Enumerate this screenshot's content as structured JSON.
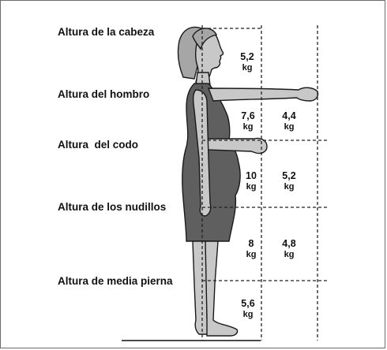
{
  "labels": {
    "head": "Altura de la cabeza",
    "shoulder": "Altura del hombro",
    "elbow": "Altura  del codo",
    "knuckles": "Altura de los nudillos",
    "midleg": "Altura de media pierna"
  },
  "unit": "kg",
  "zones": {
    "head": {
      "near": "5,2"
    },
    "shoulder": {
      "near": "7,6",
      "far": "4,4"
    },
    "elbow": {
      "near": "10",
      "far": "5,2"
    },
    "knuckles": {
      "near": "8",
      "far": "4,8"
    },
    "midleg": {
      "near": "5,6"
    }
  },
  "colors": {
    "dress": "#5f5f5f",
    "skin": "#c8c8c8",
    "hair": "#a6a6a6",
    "lines": "#222222"
  }
}
